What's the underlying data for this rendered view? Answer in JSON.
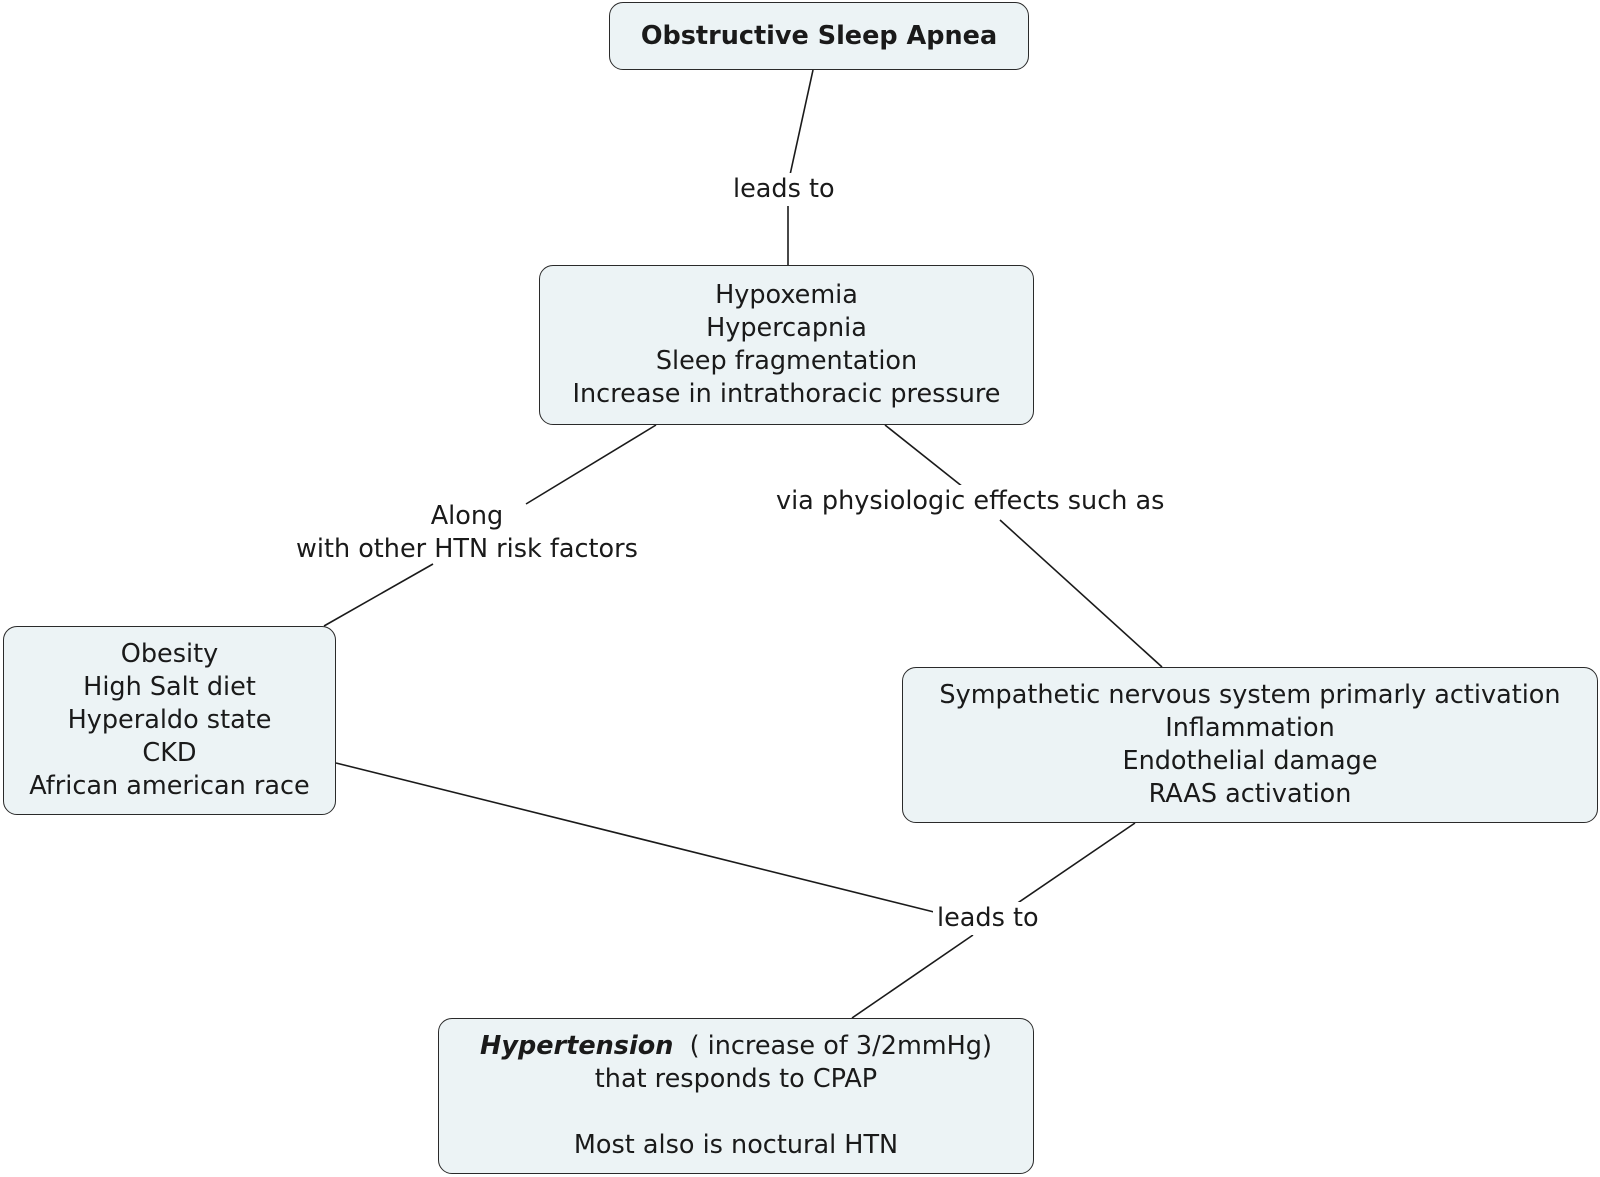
{
  "nodes": {
    "osa": {
      "lines": [
        "Obstructive Sleep Apnea"
      ]
    },
    "mechanisms": {
      "lines": [
        "Hypoxemia",
        "Hypercapnia",
        "Sleep fragmentation",
        "Increase in intrathoracic pressure"
      ]
    },
    "risk_factors": {
      "lines": [
        "Obesity",
        "High Salt diet",
        "Hyperaldo state",
        "CKD",
        "African american race"
      ]
    },
    "effects": {
      "lines": [
        "Sympathetic nervous system primarly activation",
        "Inflammation",
        "Endothelial damage",
        "RAAS activation"
      ]
    },
    "hypertension": {
      "emphasis": "Hypertension",
      "first_line_rest": "  ( increase of 3/2mmHg)",
      "line2": "that responds to CPAP",
      "line4": "Most also is noctural HTN"
    }
  },
  "edge_labels": {
    "osa_to_mech": "leads to",
    "mech_to_risk": [
      "Along",
      "with other HTN risk factors"
    ],
    "mech_to_effects": "via physiologic effects such as",
    "to_hypertension": "leads to"
  }
}
